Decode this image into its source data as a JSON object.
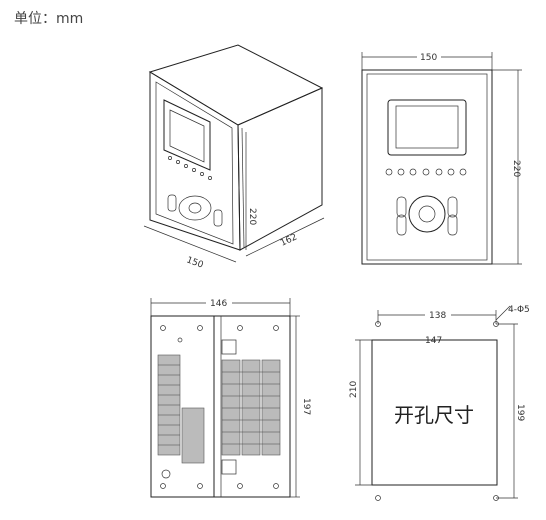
{
  "unit_label": "单位：mm",
  "views": {
    "iso": {
      "height": "220",
      "width": "150",
      "depth": "162"
    },
    "front": {
      "width": "150",
      "height": "220"
    },
    "rear": {
      "width": "146",
      "height": "197"
    },
    "cutout": {
      "hole_spacing": "138",
      "hole_spec": "4-Φ5",
      "width": "147",
      "height": "210",
      "hole_vertical": "199",
      "label": "开孔尺寸"
    }
  }
}
